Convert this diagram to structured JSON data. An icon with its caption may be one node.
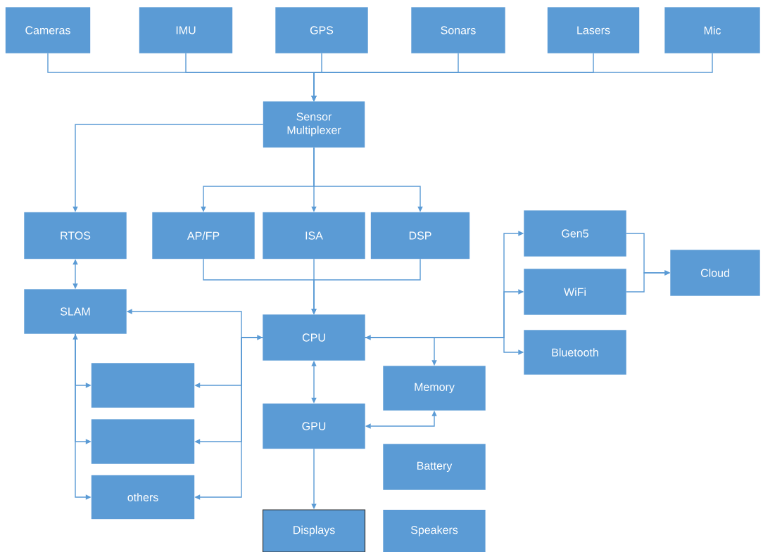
{
  "diagram": {
    "nodes": [
      {
        "text": [
          "Cameras"
        ]
      },
      {
        "text": [
          "IMU"
        ]
      },
      {
        "text": [
          "GPS"
        ]
      },
      {
        "text": [
          "Sonars"
        ]
      },
      {
        "text": [
          "Lasers"
        ]
      },
      {
        "text": [
          "Mic"
        ]
      },
      {
        "text": [
          "Sensor Multiplexer"
        ]
      },
      {
        "text": [
          "RTOS"
        ]
      },
      {
        "text": [
          "AP/FP"
        ]
      },
      {
        "text": [
          "ISA"
        ]
      },
      {
        "text": [
          "DSP"
        ]
      },
      {
        "text": [
          "Gen5"
        ]
      },
      {
        "text": [
          "WiFi"
        ]
      },
      {
        "text": [
          "Cloud"
        ]
      },
      {
        "text": [
          "SLAM"
        ]
      },
      {
        "text": [
          "CPU"
        ]
      },
      {
        "text": [
          "Bluetooth"
        ]
      },
      {
        "text": [],
        "shape": "box"
      },
      {
        "text": [
          "Memory"
        ]
      },
      {
        "text": [],
        "shape": "box"
      },
      {
        "text": [
          "GPU"
        ]
      },
      {
        "text": [
          "Battery"
        ]
      },
      {
        "text": [
          "others"
        ]
      },
      {
        "text": [
          "Displays"
        ]
      },
      {
        "text": [
          "Speakers"
        ]
      }
    ],
    "edges": [
      {
        "from": 0,
        "to": 6,
        "arrow": "to"
      },
      {
        "from": 1,
        "to": 6,
        "arrow": "to"
      },
      {
        "from": 2,
        "to": 6,
        "arrow": "to"
      },
      {
        "from": 3,
        "to": 6,
        "arrow": "to"
      },
      {
        "from": 4,
        "to": 6,
        "arrow": "to"
      },
      {
        "from": 5,
        "to": 6,
        "arrow": "to"
      },
      {
        "from": 6,
        "to": 7,
        "arrow": "to"
      },
      {
        "from": 6,
        "to": 8,
        "arrow": "to"
      },
      {
        "from": 6,
        "to": 9,
        "arrow": "to"
      },
      {
        "from": 6,
        "to": 10,
        "arrow": "to"
      },
      {
        "from": 8,
        "to": 15,
        "arrow": "to"
      },
      {
        "from": 9,
        "to": 15,
        "arrow": "to"
      },
      {
        "from": 10,
        "to": 15,
        "arrow": "to"
      },
      {
        "from": 7,
        "to": 14,
        "arrow": "both"
      },
      {
        "from": 15,
        "to": 14,
        "arrow": "both"
      },
      {
        "from": 15,
        "to": 17,
        "arrow": "to"
      },
      {
        "from": 15,
        "to": 19,
        "arrow": "to"
      },
      {
        "from": 15,
        "to": 22,
        "arrow": "to"
      },
      {
        "from": 14,
        "to": 17,
        "arrow": "both"
      },
      {
        "from": 14,
        "to": 19,
        "arrow": "to"
      },
      {
        "from": 14,
        "to": 22,
        "arrow": "to"
      },
      {
        "from": 15,
        "to": 20,
        "arrow": "both"
      },
      {
        "from": 15,
        "to": 18,
        "arrow": "both"
      },
      {
        "from": 15,
        "to": 11,
        "arrow": "to"
      },
      {
        "from": 15,
        "to": 12,
        "arrow": "to"
      },
      {
        "from": 15,
        "to": 16,
        "arrow": "to"
      },
      {
        "from": 20,
        "to": 18,
        "arrow": "both"
      },
      {
        "from": 20,
        "to": 23,
        "arrow": "to"
      },
      {
        "from": 11,
        "to": 13,
        "arrow": "to"
      },
      {
        "from": 12,
        "to": 13,
        "arrow": "to"
      }
    ]
  }
}
